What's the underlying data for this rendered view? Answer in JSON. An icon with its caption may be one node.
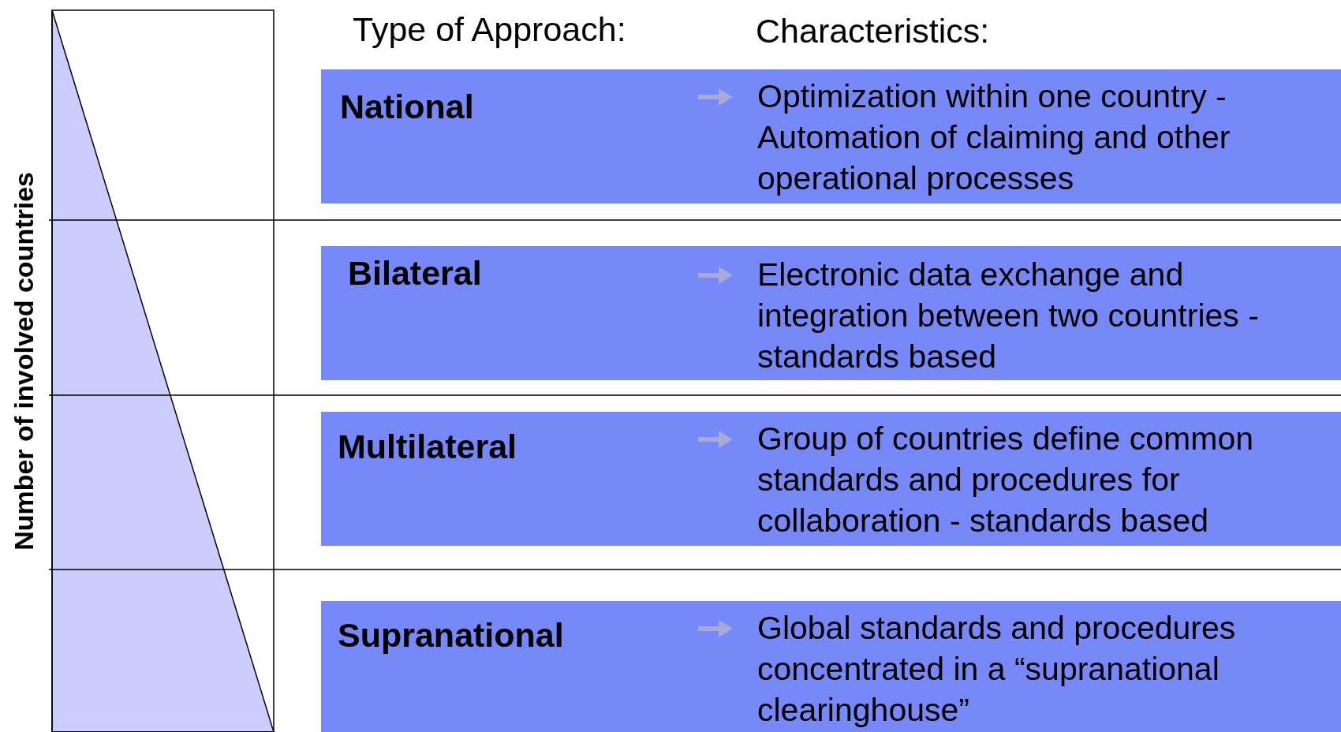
{
  "diagram": {
    "nodes": [
      {
        "text": [],
        "shape": "box"
      },
      {
        "text": [
          "National"
        ],
        "in": 0
      },
      {
        "text": [
          "Optimization within one country - Automation of claiming and other operational processes"
        ],
        "in": 0
      },
      {
        "text": [],
        "shape": "box"
      },
      {
        "text": [
          "Bilateral"
        ],
        "in": 3
      },
      {
        "text": [
          "Electronic data exchange and integration between two countries - standards based"
        ],
        "in": 3
      },
      {
        "text": [],
        "shape": "box"
      },
      {
        "text": [
          "Multilateral"
        ],
        "in": 6
      },
      {
        "text": [
          "Group of countries define common standards and procedures for collaboration - standards based"
        ],
        "in": 6
      },
      {
        "text": [],
        "shape": "box"
      },
      {
        "text": [
          "Supranational"
        ],
        "in": 9
      },
      {
        "text": [
          "Global standards and procedures concentrated in a “supranational clearinghouse”"
        ],
        "in": 9
      }
    ],
    "labels": [
      "Type of Approach:",
      "Characteristics:",
      "Number of involved countries"
    ]
  }
}
